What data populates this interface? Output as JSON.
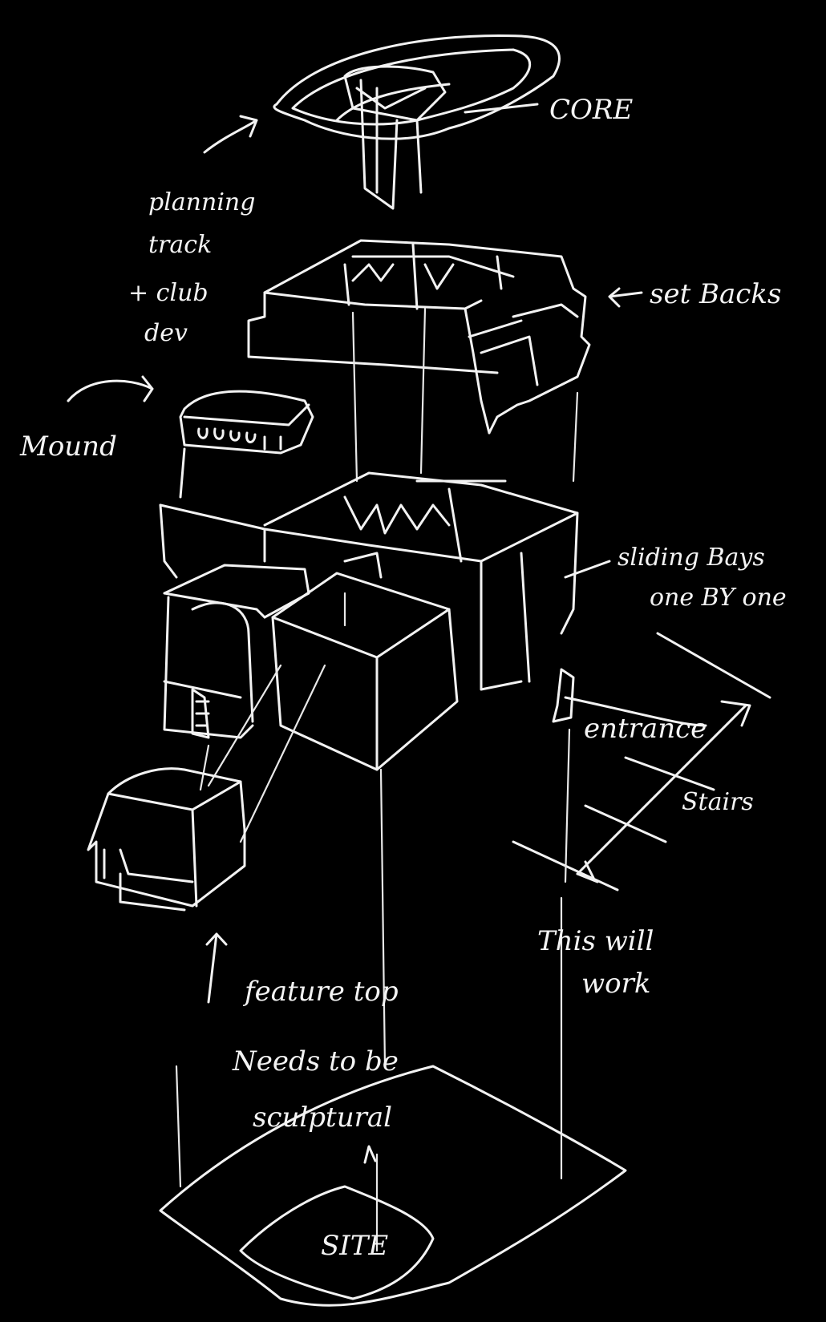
{
  "annotations": {
    "core": "CORE",
    "set_backs": "set Backs",
    "planning": [
      "planning",
      "track",
      "+ club",
      "dev"
    ],
    "mound": "Mound",
    "sliding": [
      "sliding Bays",
      "one BY one"
    ],
    "entrance": "entrance",
    "stairs": "Stairs",
    "this_will_work": [
      "This will",
      "work"
    ],
    "feature_top": [
      "feature top",
      "Needs to be",
      "sculptural"
    ],
    "site": "SITE"
  },
  "colors": {
    "background": "#000000",
    "ink": "#f2f2f2"
  }
}
